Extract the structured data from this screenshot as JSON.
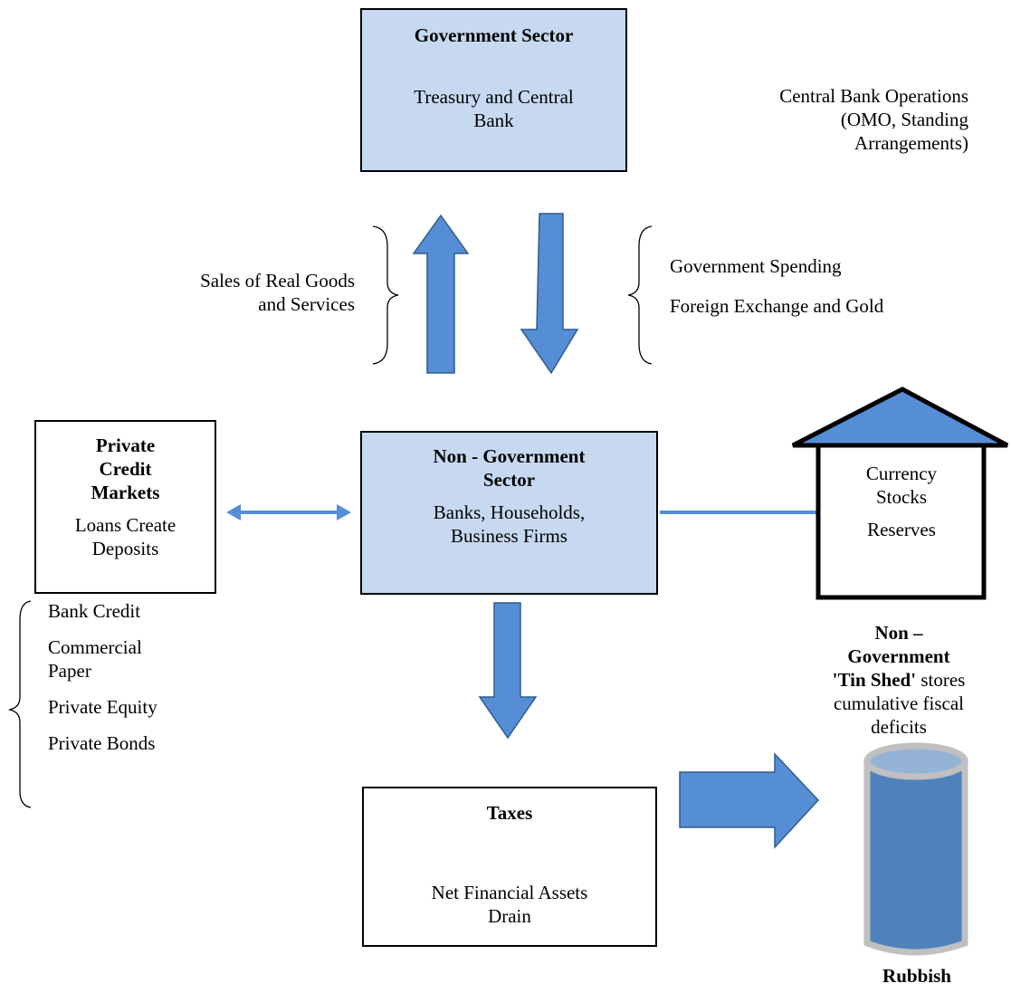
{
  "gov_sector": {
    "title": "Government Sector",
    "line1": "Treasury and Central",
    "line2": "Bank"
  },
  "cb_ops": {
    "line1": "Central Bank Operations",
    "line2": "(OMO, Standing",
    "line3": "Arrangements)"
  },
  "left_flow": {
    "line1": "Sales of Real Goods",
    "line2": "and Services"
  },
  "right_flow": {
    "item1": "Government Spending",
    "item2": "Foreign Exchange and Gold"
  },
  "private_credit": {
    "title1": "Private",
    "title2": "Credit",
    "title3": "Markets",
    "line1": "Loans Create",
    "line2": "Deposits"
  },
  "non_gov": {
    "title1": "Non - Government",
    "title2": "Sector",
    "line1": "Banks, Households,",
    "line2": "Business Firms"
  },
  "shed": {
    "line1": "Currency",
    "line2": "Stocks",
    "line3": "Reserves"
  },
  "shed_caption": {
    "b1": "Non –",
    "b2": "Government",
    "b3": "'Tin Shed'",
    "r3": " stores",
    "r4": "cumulative fiscal",
    "r5": "deficits"
  },
  "credit_list": [
    "Bank Credit",
    "Commercial",
    "Paper",
    "Private Equity",
    "Private Bonds"
  ],
  "taxes": {
    "title": "Taxes",
    "line1": "Net Financial Assets",
    "line2": "Drain"
  },
  "rubbish": {
    "label": "Rubbish"
  },
  "colors": {
    "arrow_fill": "#558ed5",
    "arrow_stroke": "#2f5d8c",
    "box_fill": "#c6d9f0",
    "bin_body": "#4f81bd",
    "bin_top": "#95b3d7"
  }
}
